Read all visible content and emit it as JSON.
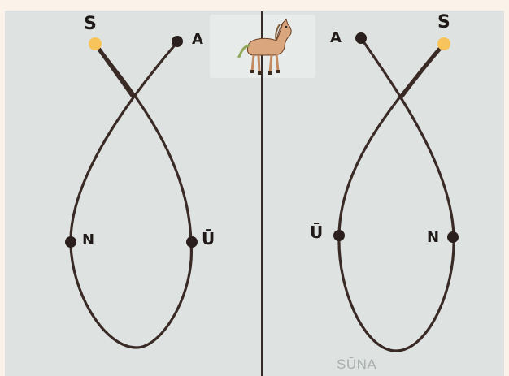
{
  "left_figure": {
    "label_s": "S",
    "label_a": "A",
    "label_n": "N",
    "label_u": "Ū"
  },
  "right_figure": {
    "label_a": "A",
    "label_s": "S",
    "label_u": "Ū",
    "label_n": "N"
  },
  "caption": "SŪNA",
  "colors": {
    "board": "#dee2e1",
    "ink": "#3a2a26",
    "start_dot": "#f6c45a",
    "point_dot": "#2a1f1c"
  },
  "icons": [
    "horse-illustration"
  ]
}
